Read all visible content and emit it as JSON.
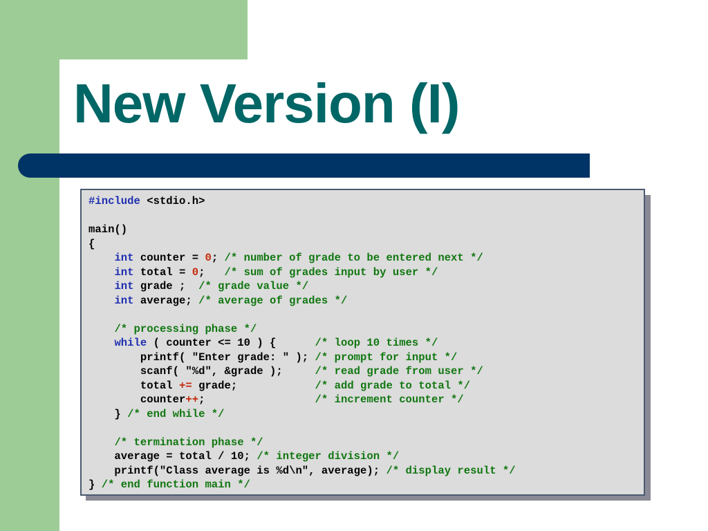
{
  "slide": {
    "title": "New Version (I)"
  },
  "colors": {
    "title": "#006666",
    "bar": "#003366",
    "green": "#9dcc96",
    "code_bg": "#dcdcdc",
    "keyword": "#1f2fb0",
    "comment": "#117711",
    "operator": "#c62808"
  },
  "code": {
    "lines": [
      "#include <stdio.h>",
      "",
      "main()",
      "{",
      "    int counter = 0; /* number of grade to be entered next */",
      "    int total = 0;   /* sum of grades input by user */",
      "    int grade ;  /* grade value */",
      "    int average; /* average of grades */",
      "",
      "    /* processing phase */",
      "    while ( counter <= 10 ) {      /* loop 10 times */",
      "        printf( \"Enter grade: \" ); /* prompt for input */",
      "        scanf( \"%d\", &grade );     /* read grade from user */",
      "        total += grade;            /* add grade to total */",
      "        counter++;                 /* increment counter */",
      "    } /* end while */",
      "",
      "    /* termination phase */",
      "    average = total / 10; /* integer division */",
      "    printf(\"Class average is %d\\n\", average); /* display result */",
      "} /* end function main */"
    ]
  }
}
